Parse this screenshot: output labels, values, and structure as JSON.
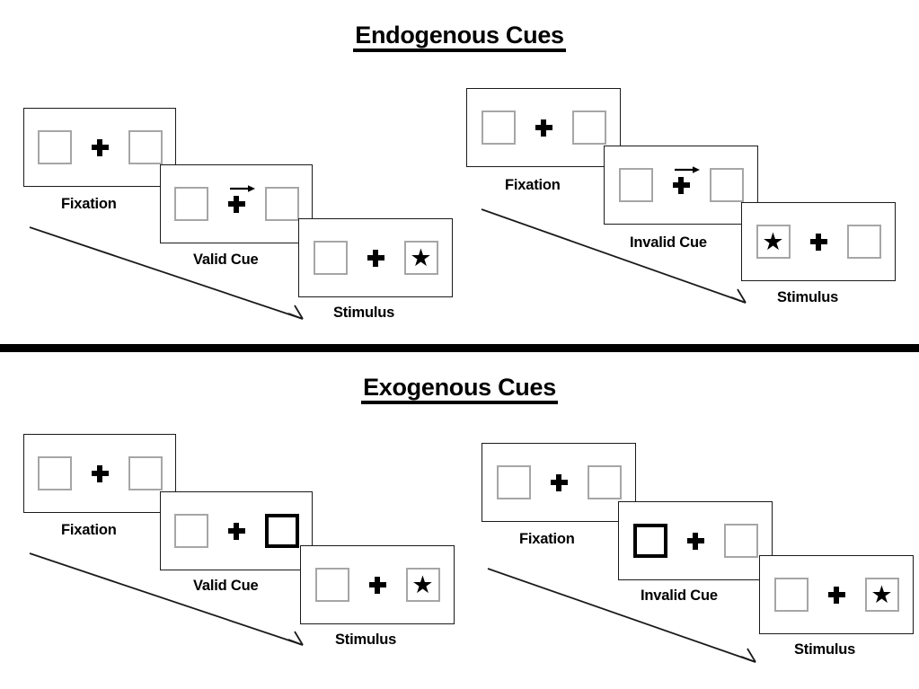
{
  "figure": {
    "title_endogenous": "Endogenous Cues",
    "title_exogenous": "Exogenous Cues",
    "colors": {
      "frame": "#1a1a1a",
      "box": "#a6a6a6",
      "cued_box": "#000000",
      "divider": "#000000",
      "text": "#000000"
    }
  },
  "sections": [
    {
      "id": "endogenous",
      "title": "Endogenous Cues",
      "cue_type": "arrow",
      "sequences": [
        {
          "id": "endogenous-valid",
          "validity": "valid",
          "panels": [
            {
              "caption": "Fixation",
              "cue": "none",
              "cue_side": "none",
              "stimulus_side": "none"
            },
            {
              "caption": "Valid Cue",
              "cue": "arrow-right",
              "cue_side": "right",
              "stimulus_side": "none"
            },
            {
              "caption": "Stimulus",
              "cue": "none",
              "cue_side": "none",
              "stimulus_side": "right"
            }
          ]
        },
        {
          "id": "endogenous-invalid",
          "validity": "invalid",
          "panels": [
            {
              "caption": "Fixation",
              "cue": "none",
              "cue_side": "none",
              "stimulus_side": "none"
            },
            {
              "caption": "Invalid Cue",
              "cue": "arrow-right",
              "cue_side": "right",
              "stimulus_side": "none"
            },
            {
              "caption": "Stimulus",
              "cue": "none",
              "cue_side": "none",
              "stimulus_side": "left"
            }
          ]
        }
      ]
    },
    {
      "id": "exogenous",
      "title": "Exogenous Cues",
      "cue_type": "box-highlight",
      "sequences": [
        {
          "id": "exogenous-valid",
          "validity": "valid",
          "panels": [
            {
              "caption": "Fixation",
              "cue": "none",
              "cue_side": "none",
              "stimulus_side": "none"
            },
            {
              "caption": "Valid Cue",
              "cue": "box-highlight",
              "cue_side": "right",
              "stimulus_side": "none"
            },
            {
              "caption": "Stimulus",
              "cue": "none",
              "cue_side": "none",
              "stimulus_side": "right"
            }
          ]
        },
        {
          "id": "exogenous-invalid",
          "validity": "invalid",
          "panels": [
            {
              "caption": "Fixation",
              "cue": "none",
              "cue_side": "none",
              "stimulus_side": "none"
            },
            {
              "caption": "Invalid Cue",
              "cue": "box-highlight",
              "cue_side": "left",
              "stimulus_side": "none"
            },
            {
              "caption": "Stimulus",
              "cue": "none",
              "cue_side": "none",
              "stimulus_side": "right"
            }
          ]
        }
      ]
    }
  ],
  "icons": {
    "stimulus": "star-icon",
    "fixation": "plus-icon",
    "cue": "arrow-right-icon",
    "timeline": "timeline-arrow-icon"
  }
}
